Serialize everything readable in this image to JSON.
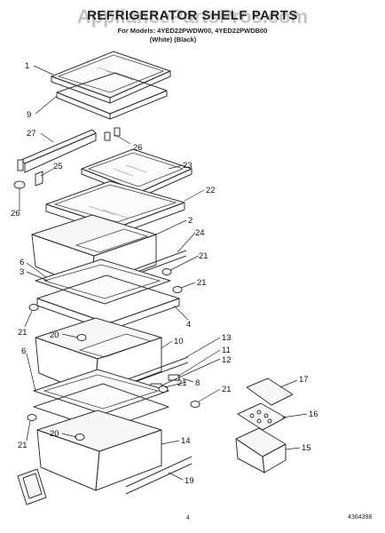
{
  "header": {
    "title": "REFRIGERATOR SHELF PARTS",
    "subtitle_model": "For Models: 4YED22PWDW00, 4YED22PWDB00",
    "subtitle_colors": "(White)          (Black)",
    "watermark": "AppliancePartsPros.com"
  },
  "footer": {
    "page_number": "4",
    "document_number": "4364398"
  },
  "callouts": [
    {
      "id": "c1",
      "label": "1"
    },
    {
      "id": "c9",
      "label": "9"
    },
    {
      "id": "c27",
      "label": "27"
    },
    {
      "id": "c26a",
      "label": "26"
    },
    {
      "id": "c25",
      "label": "25"
    },
    {
      "id": "c23",
      "label": "23"
    },
    {
      "id": "c26b",
      "label": "26"
    },
    {
      "id": "c22",
      "label": "22"
    },
    {
      "id": "c2",
      "label": "2"
    },
    {
      "id": "c24",
      "label": "24"
    },
    {
      "id": "c21a",
      "label": "21"
    },
    {
      "id": "c6a",
      "label": "6"
    },
    {
      "id": "c3",
      "label": "3"
    },
    {
      "id": "c21b",
      "label": "21"
    },
    {
      "id": "c21c",
      "label": "21"
    },
    {
      "id": "c4",
      "label": "4"
    },
    {
      "id": "c20a",
      "label": "20"
    },
    {
      "id": "c10",
      "label": "10"
    },
    {
      "id": "c13",
      "label": "13"
    },
    {
      "id": "c11",
      "label": "11"
    },
    {
      "id": "c12",
      "label": "12"
    },
    {
      "id": "c6b",
      "label": "6"
    },
    {
      "id": "c21d",
      "label": "21"
    },
    {
      "id": "c8",
      "label": "8"
    },
    {
      "id": "c21e",
      "label": "21"
    },
    {
      "id": "c17",
      "label": "17"
    },
    {
      "id": "c16",
      "label": "16"
    },
    {
      "id": "c21f",
      "label": "21"
    },
    {
      "id": "c20b",
      "label": "20"
    },
    {
      "id": "c15",
      "label": "15"
    },
    {
      "id": "c14",
      "label": "14"
    },
    {
      "id": "c19",
      "label": "19"
    }
  ]
}
